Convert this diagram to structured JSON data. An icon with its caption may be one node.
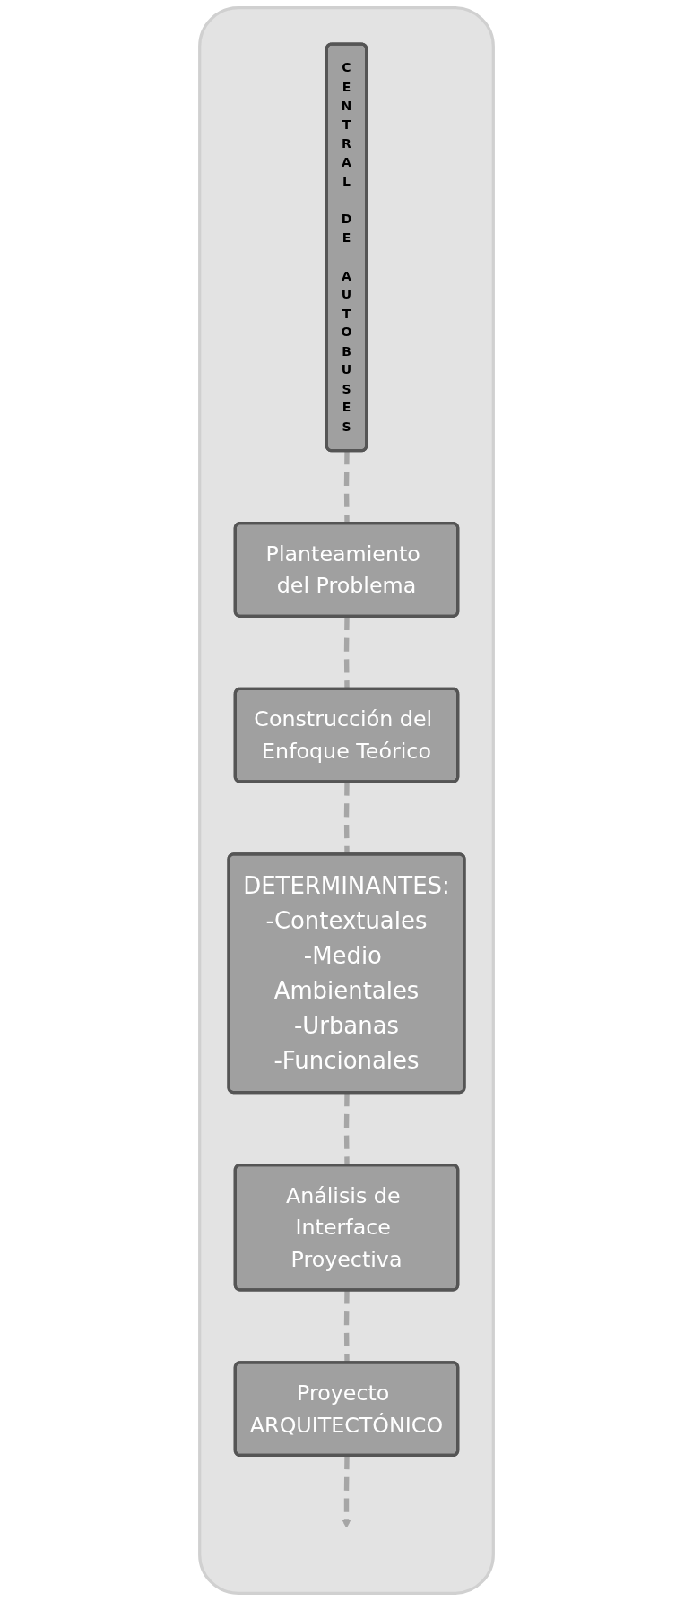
{
  "diagram": {
    "nodes": [
      {
        "text": [],
        "shape": "box"
      },
      {
        "text": [
          "CENTRAL DE AUTOBUSES"
        ],
        "in": 0
      },
      {
        "text": [
          "Planteamiento del Problema"
        ],
        "in": 0
      },
      {
        "text": [
          "Construcción del Enfoque Teórico"
        ],
        "in": 0
      },
      {
        "text": [
          "DETERMINANTES:",
          "-Contextuales",
          "-Medio Ambientales",
          "-Urbanas",
          "-Funcionales"
        ],
        "in": 0
      },
      {
        "text": [
          "Análisis de Interface Proyectiva"
        ],
        "in": 0
      },
      {
        "text": [
          "Proyecto ARQUITECTÓNICO"
        ],
        "in": 0
      }
    ],
    "edges": [
      {
        "from": 1,
        "to": 2,
        "arrow": "none",
        "style": "dashed"
      },
      {
        "from": 2,
        "to": 3,
        "arrow": "none",
        "style": "dashed"
      },
      {
        "from": 3,
        "to": 4,
        "arrow": "none",
        "style": "dashed"
      },
      {
        "from": 4,
        "to": 5,
        "arrow": "none",
        "style": "dashed"
      },
      {
        "from": 5,
        "to": 6,
        "arrow": "none",
        "style": "dashed"
      },
      {
        "from": 6,
        "to": null,
        "arrow": "to",
        "style": "dashed"
      }
    ]
  }
}
